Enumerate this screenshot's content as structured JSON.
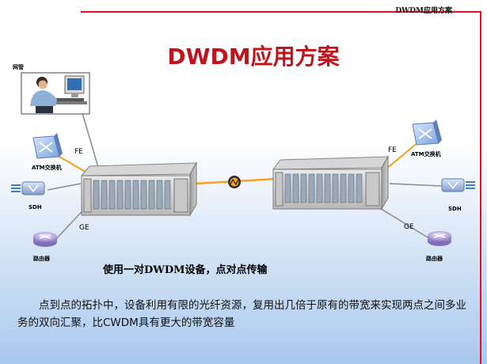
{
  "header": {
    "section_label": "DWDM应用方案"
  },
  "title": "DWDM应用方案",
  "labels": {
    "nms": "网管",
    "atm_left": "ATM交换机",
    "atm_right": "ATM交换机",
    "sdh_left": "SDH",
    "sdh_right": "SDH",
    "router_left": "路由器",
    "router_right": "路由器",
    "fe_left": "FE",
    "fe_right": "FE",
    "ge_left": "GE",
    "ge_right": "GE"
  },
  "caption": "使用一对DWDM设备，点对点传输",
  "description": "点到点的拓扑中，设备利用有限的光纤资源，复用出几倍于原有的带宽来实现两点之间多业务的双向汇聚，比CWDM具有更大的带宽容量",
  "colors": {
    "accent": "#c0141c",
    "frame": "#e0102a",
    "fe_link": "#f5a21a",
    "gray_link": "#8a8a8a"
  }
}
